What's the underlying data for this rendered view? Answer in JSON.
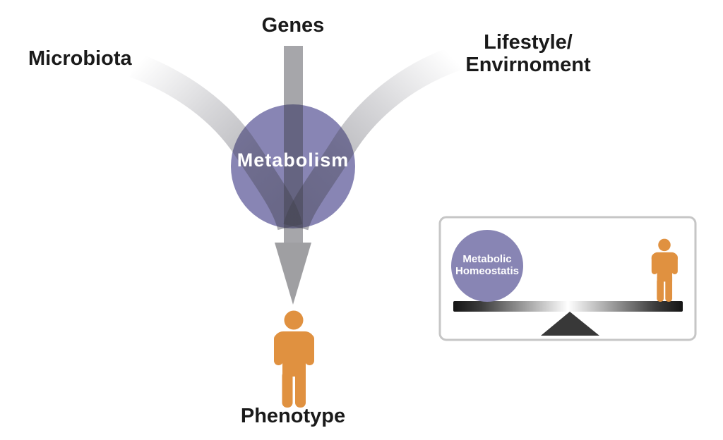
{
  "figure": {
    "background": "#ffffff",
    "labels": {
      "genes": "Genes",
      "microbiota": "Microbiota",
      "lifestyle_line1": "Lifestyle/",
      "lifestyle_line2": "Envirnoment",
      "metabolism": "Metabolism",
      "phenotype": "Phenotype"
    },
    "inset": {
      "label_line1": "Metabolic",
      "label_line2": "Homeostatis"
    },
    "colors": {
      "circle_purple": "#8885b4",
      "band_gray": "#a6a6aa",
      "arrow_gray": "#9f9fa2",
      "person_orange": "#e09140",
      "beam_end_dark": "#141414",
      "fulcrum_dark": "#383838",
      "inset_border": "#c6c6c6",
      "label_text": "#1a1a1a",
      "circle_text": "#ffffff"
    }
  }
}
